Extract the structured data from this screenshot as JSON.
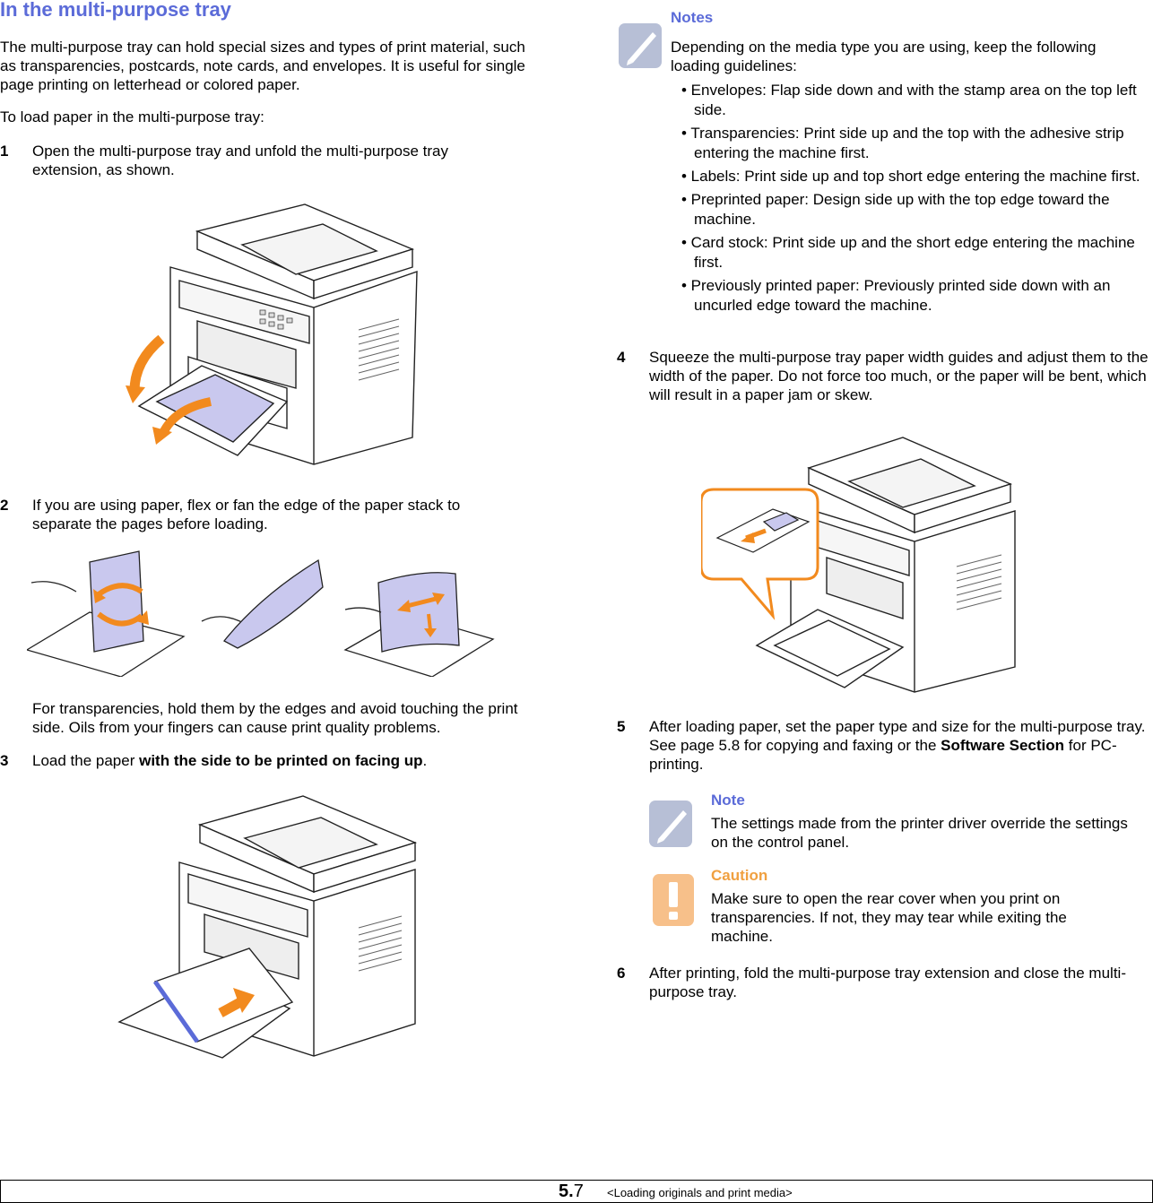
{
  "section": {
    "title": "In the multi-purpose tray"
  },
  "intro": {
    "p1": "The multi-purpose tray can hold special sizes and types of print material, such as transparencies, postcards, note cards, and envelopes. It is useful for single page printing on letterhead or colored paper.",
    "p2": "To load paper in the multi-purpose tray:"
  },
  "steps": [
    {
      "num": "1",
      "text": "Open the multi-purpose tray and unfold the multi-purpose tray extension, as shown."
    },
    {
      "num": "2",
      "text": "If you are using paper, flex or fan the edge of the paper stack to separate the pages before loading."
    },
    {
      "num": "3",
      "text_before": "Load the paper ",
      "text_bold": "with the side to be printed on facing up",
      "text_after": "."
    },
    {
      "num": "4",
      "text": "Squeeze the multi-purpose tray paper width guides and adjust them to the width of the paper. Do not force too much, or the paper will be bent, which will result in a paper jam or skew."
    },
    {
      "num": "5",
      "text_before": "After loading paper, set the paper type and size for the multi-purpose tray. See page 5.8 for copying and faxing or the ",
      "text_bold": "Software Section",
      "text_after": " for PC-printing."
    },
    {
      "num": "6",
      "text": "After printing, fold the multi-purpose tray extension and close the multi-purpose tray."
    }
  ],
  "transparency_note": "For transparencies, hold them by the edges and avoid touching the print side. Oils from your fingers can cause print quality problems.",
  "notes": {
    "title": "Notes",
    "intro": "Depending on the media type you are using, keep the following loading guidelines:",
    "items": [
      "• Envelopes: Flap side down and with the stamp area on the top left side.",
      "• Transparencies: Print side up and the top with the adhesive strip entering the machine first.",
      "• Labels: Print side up and top short edge entering the machine first.",
      "• Preprinted paper: Design side up with the top edge toward the machine.",
      "• Card stock: Print side up and the short edge entering the machine first.",
      "• Previously printed paper: Previously printed side down with an uncurled edge toward the machine."
    ]
  },
  "note": {
    "title": "Note",
    "text": "The settings made from the printer driver override the settings on the control panel."
  },
  "caution": {
    "title": "Caution",
    "text": "Make sure to open the rear cover when you print on transparencies. If not, they may tear while exiting the machine."
  },
  "footer": {
    "page_chapter": "5.",
    "page_num": "7",
    "chapter": "<Loading originals and print media>"
  },
  "colors": {
    "heading_blue": "#5b6bd8",
    "caution_orange": "#f0a040",
    "arrow_orange": "#f28a1e",
    "paper_lavender": "#c9c8ee"
  }
}
